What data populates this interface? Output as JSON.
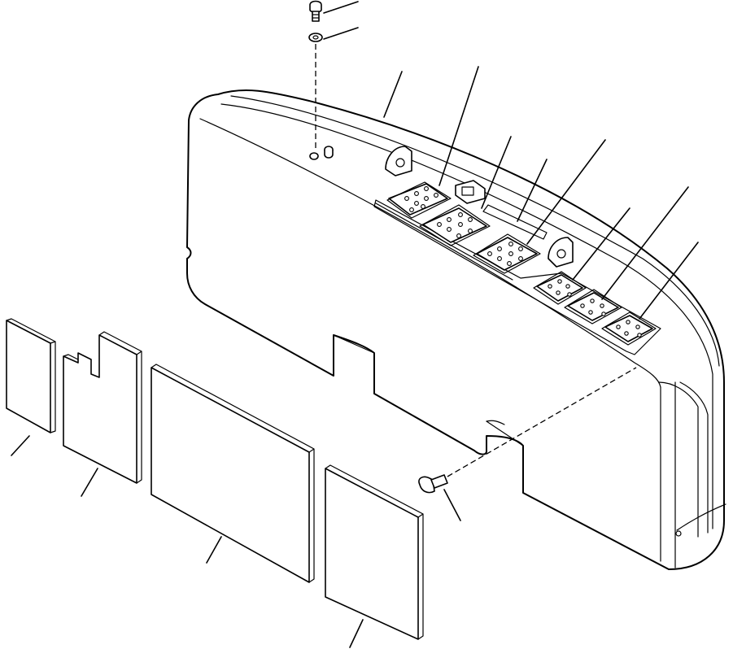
{
  "diagram": {
    "parts": [
      {
        "name": "bolt",
        "icon": "bolt-icon"
      },
      {
        "name": "washer",
        "icon": "washer-icon"
      },
      {
        "name": "counterweight",
        "icon": "counterweight-icon"
      },
      {
        "name": "insulation-pad-1",
        "icon": "pad-icon"
      },
      {
        "name": "insulation-pad-2",
        "icon": "pad-icon"
      },
      {
        "name": "insulation-pad-3",
        "icon": "pad-icon"
      },
      {
        "name": "insulation-pad-4",
        "icon": "pad-icon"
      },
      {
        "name": "clip",
        "icon": "clip-icon"
      }
    ]
  }
}
